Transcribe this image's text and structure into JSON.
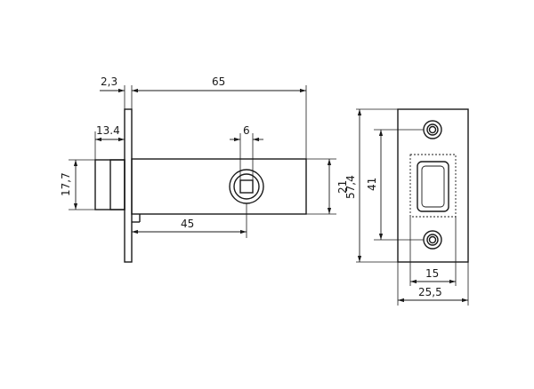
{
  "drawing": {
    "line_color": "#1a1a1a",
    "background": "#ffffff",
    "dimensions": {
      "plate_thickness": "2,3",
      "backset": "65",
      "latch_projection": "13.4",
      "spindle_square": "6",
      "latch_height": "17,7",
      "case_height": "21",
      "spindle_offset": "45",
      "strike_height": "57,4",
      "strike_hole_spacing": "41",
      "strike_inner_width": "15",
      "strike_width": "25,5"
    }
  }
}
